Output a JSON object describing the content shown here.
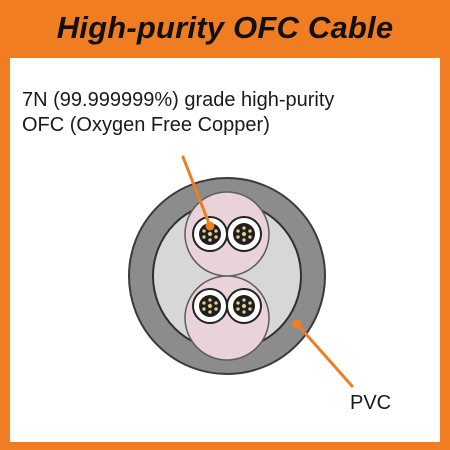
{
  "title": "High-purity OFC Cable",
  "callout": {
    "line1": "7N (99.999999%) grade high-purity",
    "line2": "OFC (Oxygen Free Copper)"
  },
  "pvc_label": "PVC",
  "colors": {
    "border": "#f07d22",
    "jacket": "#8c8c8c",
    "jacket_inner": "#d7d7d7",
    "pair_shell": "#e9d3d8",
    "leader": "#f07d22",
    "conductor": "#c7b56a"
  },
  "icons": {
    "cable": "cable-cross-section-icon",
    "pair": "twisted-pair-icon",
    "strand": "conductor-strand-icon"
  }
}
